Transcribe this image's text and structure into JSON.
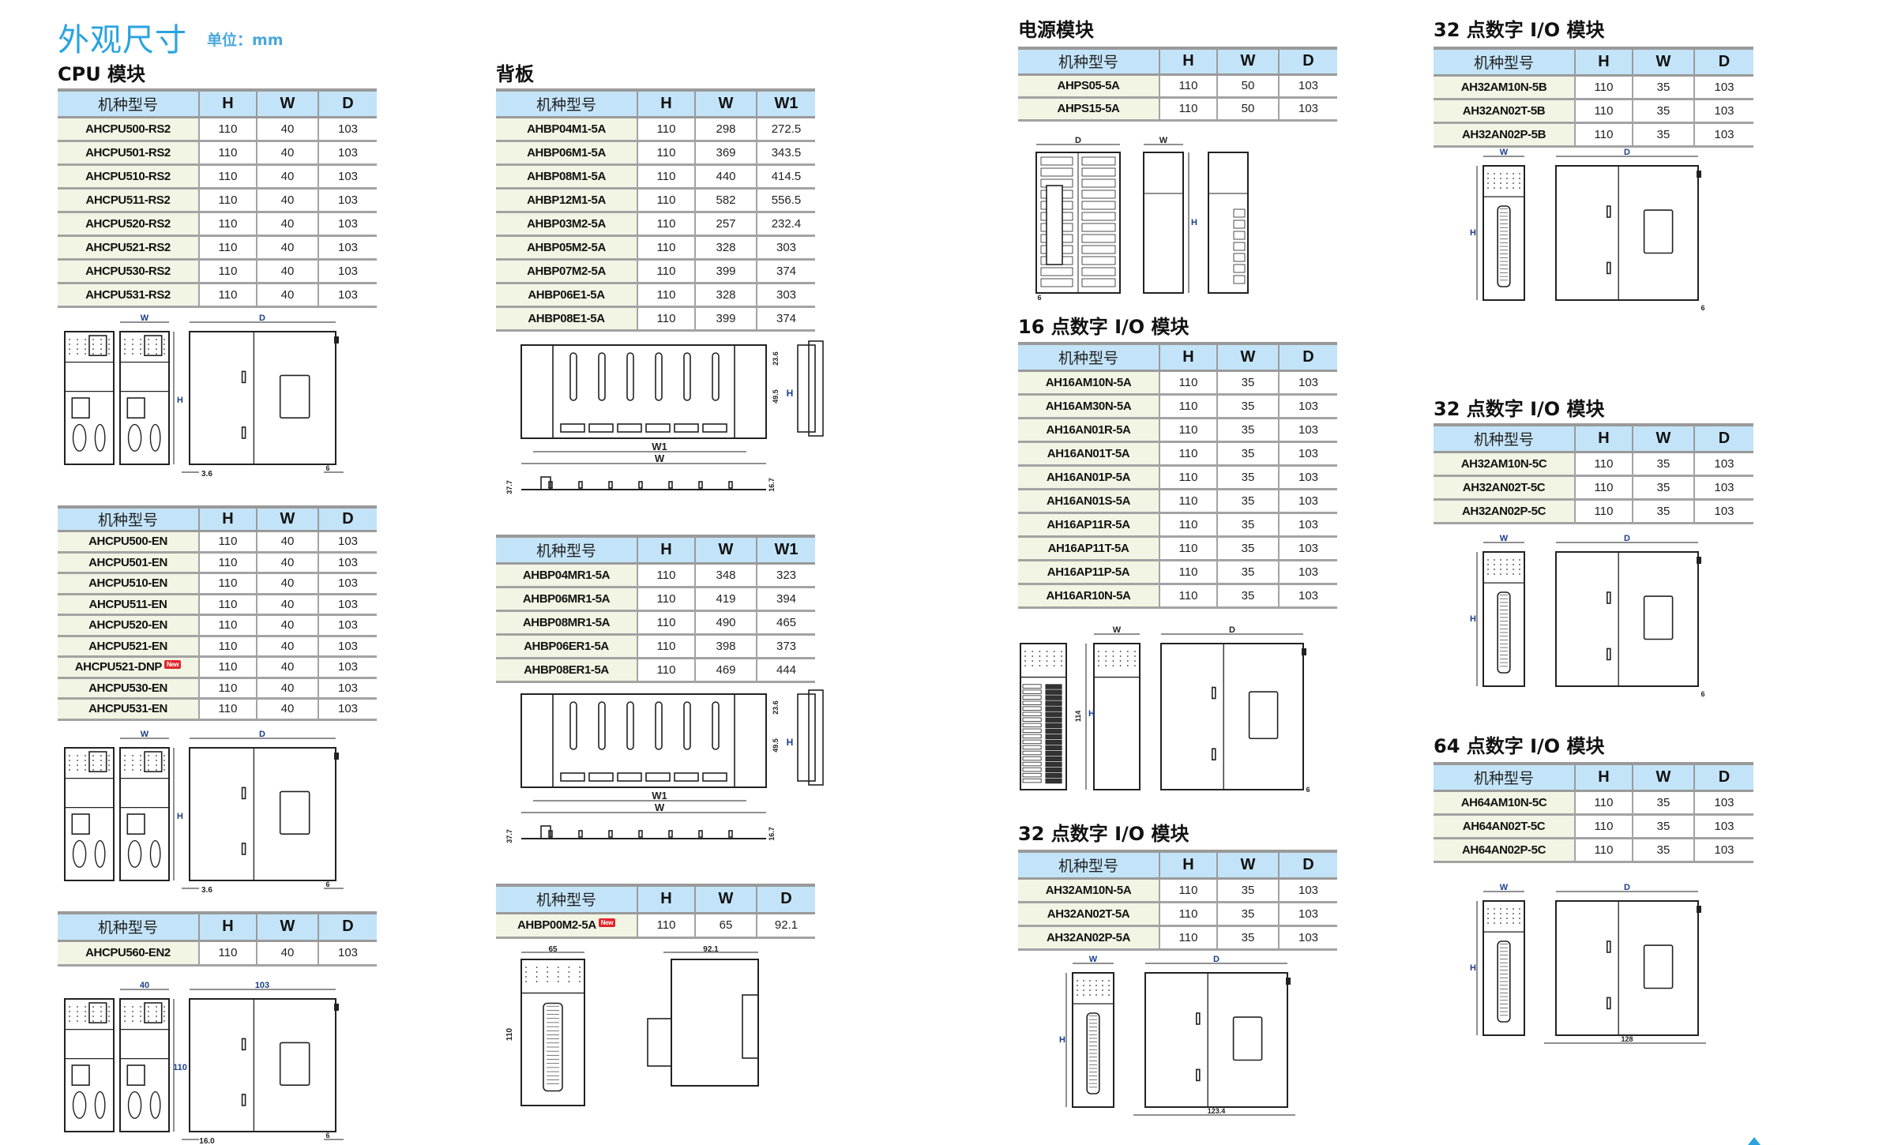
{
  "header": {
    "title": "外观尺寸",
    "unit": "单位：mm"
  },
  "colors": {
    "accent": "#29a3e0",
    "table_header": "#c3e4f8",
    "model_cell": "#f2f5e4",
    "new_badge": "#e0262b"
  },
  "new_badge": "New",
  "sections": {
    "cpu": {
      "heading": "CPU 模块",
      "tables": [
        {
          "columns": [
            "机种型号",
            "H",
            "W",
            "D"
          ],
          "rows": [
            [
              "AHCPU500-RS2",
              "110",
              "40",
              "103"
            ],
            [
              "AHCPU501-RS2",
              "110",
              "40",
              "103"
            ],
            [
              "AHCPU510-RS2",
              "110",
              "40",
              "103"
            ],
            [
              "AHCPU511-RS2",
              "110",
              "40",
              "103"
            ],
            [
              "AHCPU520-RS2",
              "110",
              "40",
              "103"
            ],
            [
              "AHCPU521-RS2",
              "110",
              "40",
              "103"
            ],
            [
              "AHCPU530-RS2",
              "110",
              "40",
              "103"
            ],
            [
              "AHCPU531-RS2",
              "110",
              "40",
              "103"
            ]
          ]
        },
        {
          "columns": [
            "机种型号",
            "H",
            "W",
            "D"
          ],
          "rows": [
            [
              "AHCPU500-EN",
              "110",
              "40",
              "103"
            ],
            [
              "AHCPU501-EN",
              "110",
              "40",
              "103"
            ],
            [
              "AHCPU510-EN",
              "110",
              "40",
              "103"
            ],
            [
              "AHCPU511-EN",
              "110",
              "40",
              "103"
            ],
            [
              "AHCPU520-EN",
              "110",
              "40",
              "103"
            ],
            [
              "AHCPU521-EN",
              "110",
              "40",
              "103"
            ],
            [
              "AHCPU521-DNP",
              "110",
              "40",
              "103"
            ],
            [
              "AHCPU530-EN",
              "110",
              "40",
              "103"
            ],
            [
              "AHCPU531-EN",
              "110",
              "40",
              "103"
            ]
          ],
          "new_rows": [
            6
          ]
        },
        {
          "columns": [
            "机种型号",
            "H",
            "W",
            "D"
          ],
          "rows": [
            [
              "AHCPU560-EN2",
              "110",
              "40",
              "103"
            ]
          ]
        }
      ],
      "drawings": [
        {
          "type": "cpu",
          "labels": {
            "w": "W",
            "d": "D",
            "h": "H",
            "b1": "3.6",
            "b2": "6"
          }
        },
        {
          "type": "cpu",
          "labels": {
            "w": "W",
            "d": "D",
            "h": "H",
            "b1": "3.6",
            "b2": "6"
          }
        },
        {
          "type": "cpu",
          "labels": {
            "w": "40",
            "d": "103",
            "h": "110",
            "b1": "16.0",
            "b2": "6"
          }
        }
      ]
    },
    "backplane": {
      "heading": "背板",
      "tables": [
        {
          "columns": [
            "机种型号",
            "H",
            "W",
            "W1"
          ],
          "rows": [
            [
              "AHBP04M1-5A",
              "110",
              "298",
              "272.5"
            ],
            [
              "AHBP06M1-5A",
              "110",
              "369",
              "343.5"
            ],
            [
              "AHBP08M1-5A",
              "110",
              "440",
              "414.5"
            ],
            [
              "AHBP12M1-5A",
              "110",
              "582",
              "556.5"
            ],
            [
              "AHBP03M2-5A",
              "110",
              "257",
              "232.4"
            ],
            [
              "AHBP05M2-5A",
              "110",
              "328",
              "303"
            ],
            [
              "AHBP07M2-5A",
              "110",
              "399",
              "374"
            ],
            [
              "AHBP06E1-5A",
              "110",
              "328",
              "303"
            ],
            [
              "AHBP08E1-5A",
              "110",
              "399",
              "374"
            ]
          ]
        },
        {
          "columns": [
            "机种型号",
            "H",
            "W",
            "W1"
          ],
          "rows": [
            [
              "AHBP04MR1-5A",
              "110",
              "348",
              "323"
            ],
            [
              "AHBP06MR1-5A",
              "110",
              "419",
              "394"
            ],
            [
              "AHBP08MR1-5A",
              "110",
              "490",
              "465"
            ],
            [
              "AHBP06ER1-5A",
              "110",
              "398",
              "373"
            ],
            [
              "AHBP08ER1-5A",
              "110",
              "469",
              "444"
            ]
          ]
        },
        {
          "columns": [
            "机种型号",
            "H",
            "W",
            "D"
          ],
          "rows": [
            [
              "AHBP00M2-5A",
              "110",
              "65",
              "92.1"
            ]
          ],
          "new_rows": [
            0
          ]
        }
      ],
      "drawings": [
        {
          "type": "backplane",
          "labels": {
            "w1": "W1",
            "w": "W",
            "h": "H",
            "t": "23.6",
            "m": "49.5",
            "p": "37.7",
            "q": "16.7"
          }
        },
        {
          "type": "backplane",
          "labels": {
            "w1": "W1",
            "w": "W",
            "h": "H",
            "t": "23.6",
            "m": "49.5",
            "p": "37.7",
            "q": "16.7"
          }
        },
        {
          "type": "extension",
          "labels": {
            "w": "65",
            "d": "92.1",
            "h": "110"
          }
        }
      ]
    },
    "power": {
      "heading": "电源模块",
      "tables": [
        {
          "columns": [
            "机种型号",
            "H",
            "W",
            "D"
          ],
          "rows": [
            [
              "AHPS05-5A",
              "110",
              "50",
              "103"
            ],
            [
              "AHPS15-5A",
              "110",
              "50",
              "103"
            ]
          ]
        }
      ],
      "drawings": [
        {
          "type": "ps",
          "labels": {
            "d": "D",
            "w": "W",
            "h": "H",
            "b2": "6"
          }
        }
      ]
    },
    "io16": {
      "heading": "16 点数字 I/O 模块",
      "tables": [
        {
          "columns": [
            "机种型号",
            "H",
            "W",
            "D"
          ],
          "rows": [
            [
              "AH16AM10N-5A",
              "110",
              "35",
              "103"
            ],
            [
              "AH16AM30N-5A",
              "110",
              "35",
              "103"
            ],
            [
              "AH16AN01R-5A",
              "110",
              "35",
              "103"
            ],
            [
              "AH16AN01T-5A",
              "110",
              "35",
              "103"
            ],
            [
              "AH16AN01P-5A",
              "110",
              "35",
              "103"
            ],
            [
              "AH16AN01S-5A",
              "110",
              "35",
              "103"
            ],
            [
              "AH16AP11R-5A",
              "110",
              "35",
              "103"
            ],
            [
              "AH16AP11T-5A",
              "110",
              "35",
              "103"
            ],
            [
              "AH16AP11P-5A",
              "110",
              "35",
              "103"
            ],
            [
              "AH16AR10N-5A",
              "110",
              "35",
              "103"
            ]
          ]
        }
      ],
      "drawings": [
        {
          "type": "io16",
          "labels": {
            "w": "W",
            "d": "D",
            "h": "H",
            "h2": "114",
            "b2": "6"
          }
        }
      ]
    },
    "io32a": {
      "heading": "32 点数字 I/O 模块",
      "tables": [
        {
          "columns": [
            "机种型号",
            "H",
            "W",
            "D"
          ],
          "rows": [
            [
              "AH32AM10N-5A",
              "110",
              "35",
              "103"
            ],
            [
              "AH32AN02T-5A",
              "110",
              "35",
              "103"
            ],
            [
              "AH32AN02P-5A",
              "110",
              "35",
              "103"
            ]
          ]
        }
      ],
      "drawings": [
        {
          "type": "io",
          "labels": {
            "w": "W",
            "d": "D",
            "h": "H",
            "b1": "123.4"
          }
        }
      ]
    },
    "io32b": {
      "heading": "32 点数字 I/O 模块",
      "tables": [
        {
          "columns": [
            "机种型号",
            "H",
            "W",
            "D"
          ],
          "rows": [
            [
              "AH32AM10N-5B",
              "110",
              "35",
              "103"
            ],
            [
              "AH32AN02T-5B",
              "110",
              "35",
              "103"
            ],
            [
              "AH32AN02P-5B",
              "110",
              "35",
              "103"
            ]
          ]
        }
      ],
      "drawings": [
        {
          "type": "io",
          "labels": {
            "w": "W",
            "d": "D",
            "h": "H",
            "b2": "6"
          }
        }
      ]
    },
    "io32c": {
      "heading": "32 点数字 I/O 模块",
      "tables": [
        {
          "columns": [
            "机种型号",
            "H",
            "W",
            "D"
          ],
          "rows": [
            [
              "AH32AM10N-5C",
              "110",
              "35",
              "103"
            ],
            [
              "AH32AN02T-5C",
              "110",
              "35",
              "103"
            ],
            [
              "AH32AN02P-5C",
              "110",
              "35",
              "103"
            ]
          ]
        }
      ],
      "drawings": [
        {
          "type": "io",
          "labels": {
            "w": "W",
            "d": "D",
            "h": "H",
            "b2": "6"
          }
        }
      ]
    },
    "io64": {
      "heading": "64 点数字 I/O 模块",
      "tables": [
        {
          "columns": [
            "机种型号",
            "H",
            "W",
            "D"
          ],
          "rows": [
            [
              "AH64AM10N-5C",
              "110",
              "35",
              "103"
            ],
            [
              "AH64AN02T-5C",
              "110",
              "35",
              "103"
            ],
            [
              "AH64AN02P-5C",
              "110",
              "35",
              "103"
            ]
          ]
        }
      ],
      "drawings": [
        {
          "type": "io",
          "labels": {
            "w": "W",
            "d": "D",
            "h": "H",
            "b1": "128"
          }
        }
      ]
    }
  }
}
